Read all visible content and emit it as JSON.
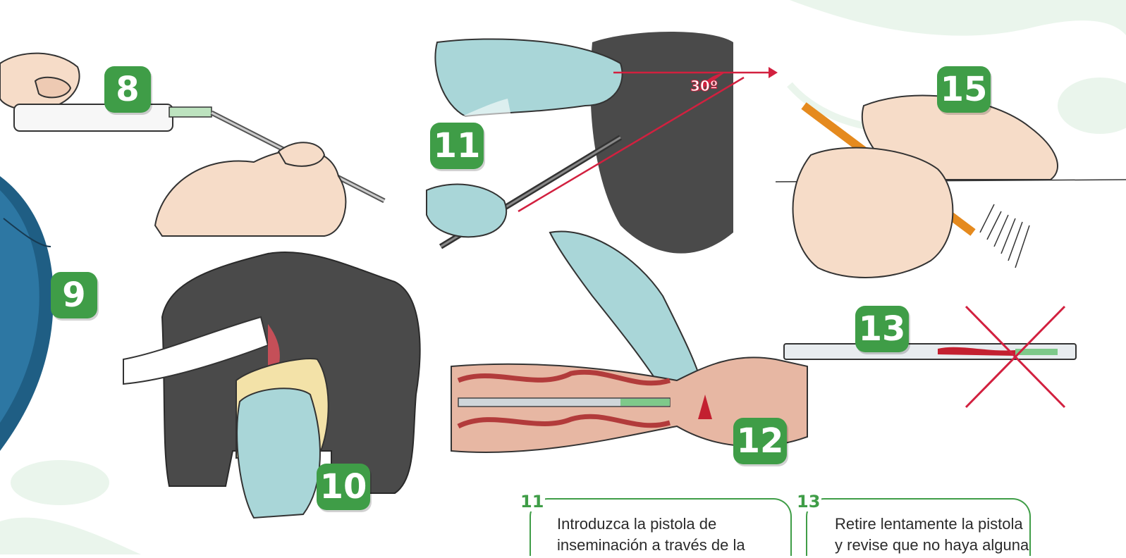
{
  "steps": {
    "s8": "8",
    "s9": "9",
    "s10": "10",
    "s11": "11",
    "s12": "12",
    "s13": "13",
    "s15": "15"
  },
  "angle_label": "30º",
  "notes": [
    {
      "num": "11",
      "line1": "Introduzca la pistola de",
      "line2": "inseminación a través de la"
    },
    {
      "num": "13",
      "line1": "Retire lentamente la pistola",
      "line2": "y revise que no haya alguna"
    }
  ],
  "colors": {
    "badge": "#3f9d47",
    "glove": "#a9d6d8",
    "hide": "#4a4a4a",
    "tissue": "#e7b7a3",
    "guide_line": "#d2203f",
    "blue_bg": "#1f5e84"
  }
}
